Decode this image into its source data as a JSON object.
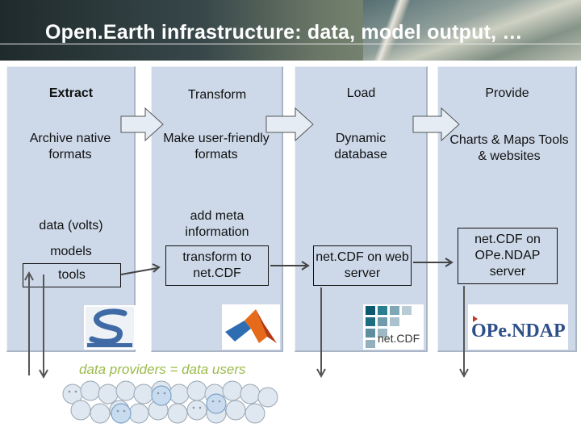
{
  "title": "Open.Earth infrastructure: data, model output, …",
  "columns": [
    {
      "header": "Extract",
      "subtitle": "Archive native formats",
      "items": [
        "data (volts)",
        "models",
        "tools"
      ],
      "logo": "subversion-logo"
    },
    {
      "header": "Transform",
      "subtitle": "Make user-friendly formats",
      "items": [
        "add meta information",
        "transform to net.CDF"
      ],
      "logo": "matlab-logo"
    },
    {
      "header": "Load",
      "subtitle": "Dynamic database",
      "items": [
        "net.CDF on web server"
      ],
      "logo_label": "net.CDF"
    },
    {
      "header": "Provide",
      "subtitle": "Charts & Maps Tools & websites",
      "items": [
        "net.CDF on OPe.NDAP server"
      ],
      "logo_label": "OPe.NDAP"
    }
  ],
  "providers_label": "data providers = data users",
  "colors": {
    "panel": "#cdd9e9",
    "accent_text": "#9bbb4a",
    "logo_blue": "#2d4f8a"
  }
}
